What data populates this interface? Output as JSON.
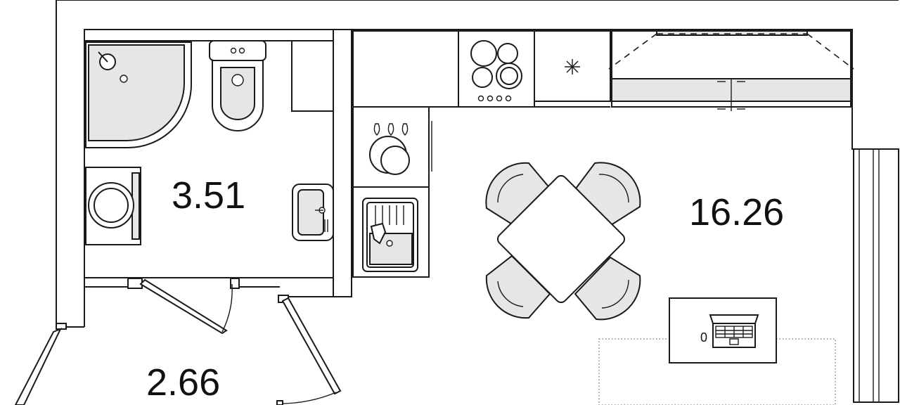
{
  "rooms": {
    "bathroom": {
      "area": "3.51"
    },
    "hallway": {
      "area": "2.66"
    },
    "kitchen_living": {
      "area": "16.26"
    }
  },
  "workspace": {
    "socket_label": "0"
  },
  "colors": {
    "line": "#1a1a1a",
    "fixture_fill": "#e6e6e6",
    "background": "#ffffff"
  }
}
